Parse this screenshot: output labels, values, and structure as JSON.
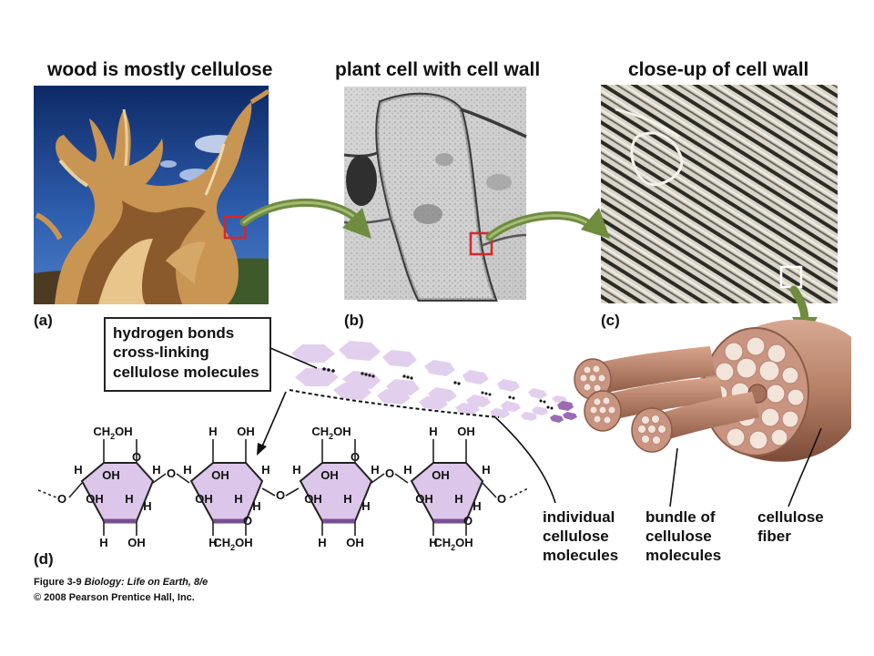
{
  "panel_a": {
    "heading": "wood is mostly cellulose",
    "label": "(a)"
  },
  "panel_b": {
    "heading": "plant cell with cell wall",
    "label": "(b)"
  },
  "panel_c": {
    "heading": "close-up of cell wall",
    "label": "(c)"
  },
  "panel_d": {
    "label": "(d)"
  },
  "callouts": {
    "hbond": [
      "hydrogen bonds",
      "cross-linking",
      "cellulose molecules"
    ],
    "molecules": [
      "individual",
      "cellulose",
      "molecules"
    ],
    "bundle": [
      "bundle of",
      "cellulose",
      "molecules"
    ],
    "fiber": [
      "cellulose",
      "fiber"
    ]
  },
  "chem": {
    "ch2oh": "CH",
    "ch2oh_sub": "2",
    "ch2oh_tail": "OH",
    "h": "H",
    "oh": "OH",
    "o": "O"
  },
  "credit": {
    "line1_prefix": "Figure 3-9  ",
    "line1_title": "Biology: Life on Earth, 8/e",
    "line2": "© 2008 Pearson Prentice Hall, Inc."
  },
  "colors": {
    "arrow_green": "#6f8c3f",
    "sugar_fill": "#d9c3e6",
    "sugar_edge": "#7a4f92",
    "fiber_brown": "#b57f66",
    "highlight_red": "#d8262b",
    "sky_blue": "#1d3f86"
  }
}
